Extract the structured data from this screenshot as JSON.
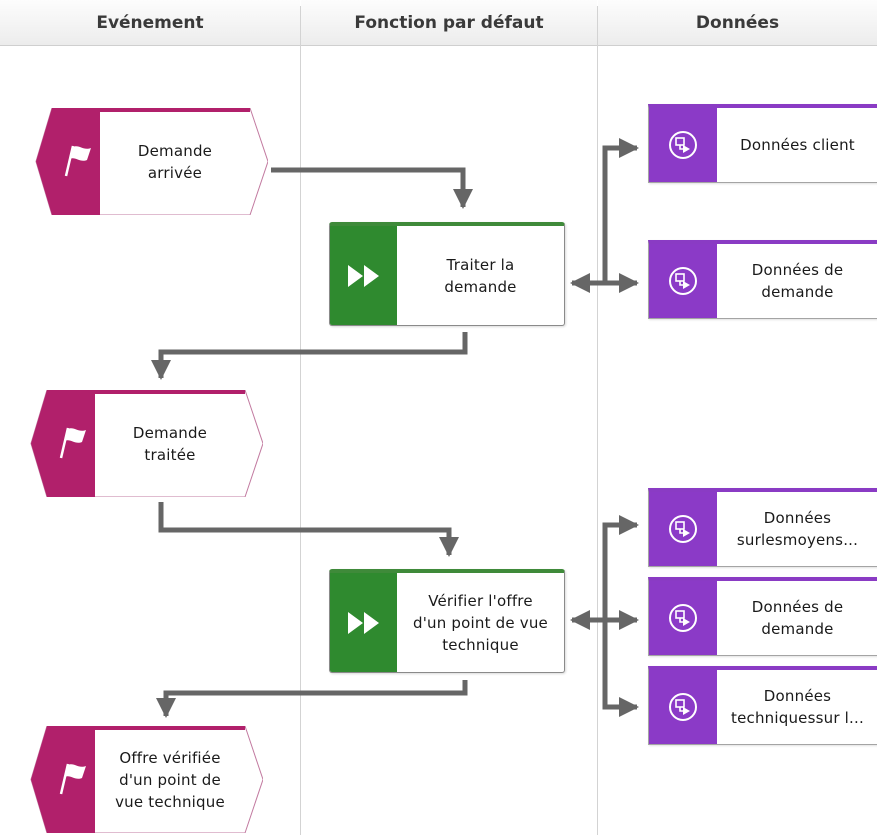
{
  "lanes": {
    "events": "Evénement",
    "functions": "Fonction par défaut",
    "data": "Données"
  },
  "events": {
    "e1": {
      "line1": "Demande",
      "line2": "arrivée",
      "line3": "",
      "icon": "flag-icon"
    },
    "e2": {
      "line1": "Demande",
      "line2": "traitée",
      "line3": "",
      "icon": "flag-icon"
    },
    "e3": {
      "line1": "Offre vérifiée",
      "line2": "d'un point de",
      "line3": "vue technique",
      "icon": "flag-icon"
    }
  },
  "functions": {
    "f1": {
      "line1": "Traiter la",
      "line2": "demande",
      "line3": "",
      "icon": "fast-forward-icon"
    },
    "f2": {
      "line1": "Vérifier l'offre",
      "line2": "d'un point de vue",
      "line3": "technique",
      "icon": "fast-forward-icon"
    }
  },
  "data": {
    "d1": {
      "line1": "Données client",
      "line2": "",
      "icon": "data-flow-icon"
    },
    "d2": {
      "line1": "Données de",
      "line2": "demande",
      "icon": "data-flow-icon"
    },
    "d3": {
      "line1": "Données",
      "line2": "surlesmoyens...",
      "icon": "data-flow-icon"
    },
    "d4": {
      "line1": "Données de",
      "line2": "demande",
      "icon": "data-flow-icon"
    },
    "d5": {
      "line1": "Données",
      "line2": "techniquessur l...",
      "icon": "data-flow-icon"
    }
  },
  "colors": {
    "event": "#b1206b",
    "function": "#2f8a2f",
    "data": "#8b3ac7",
    "connector": "#666666"
  }
}
